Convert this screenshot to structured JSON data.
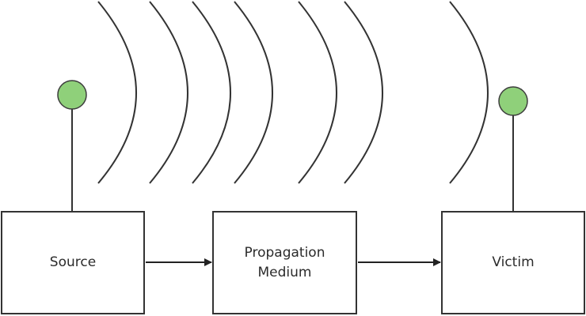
{
  "blocks": [
    {
      "id": "source",
      "label": "Source"
    },
    {
      "id": "medium",
      "label": "Propagation\nMedium"
    },
    {
      "id": "victim",
      "label": "Victim"
    }
  ],
  "colors": {
    "stroke": "#333333",
    "text": "#2b2b2b",
    "antenna_fill": "#8fd07a",
    "antenna_stroke": "#3d3d3d",
    "background": "#ffffff"
  },
  "icons": {
    "source_antenna": "antenna-icon",
    "victim_antenna": "antenna-icon",
    "waves": "radiated-wave-arcs"
  }
}
